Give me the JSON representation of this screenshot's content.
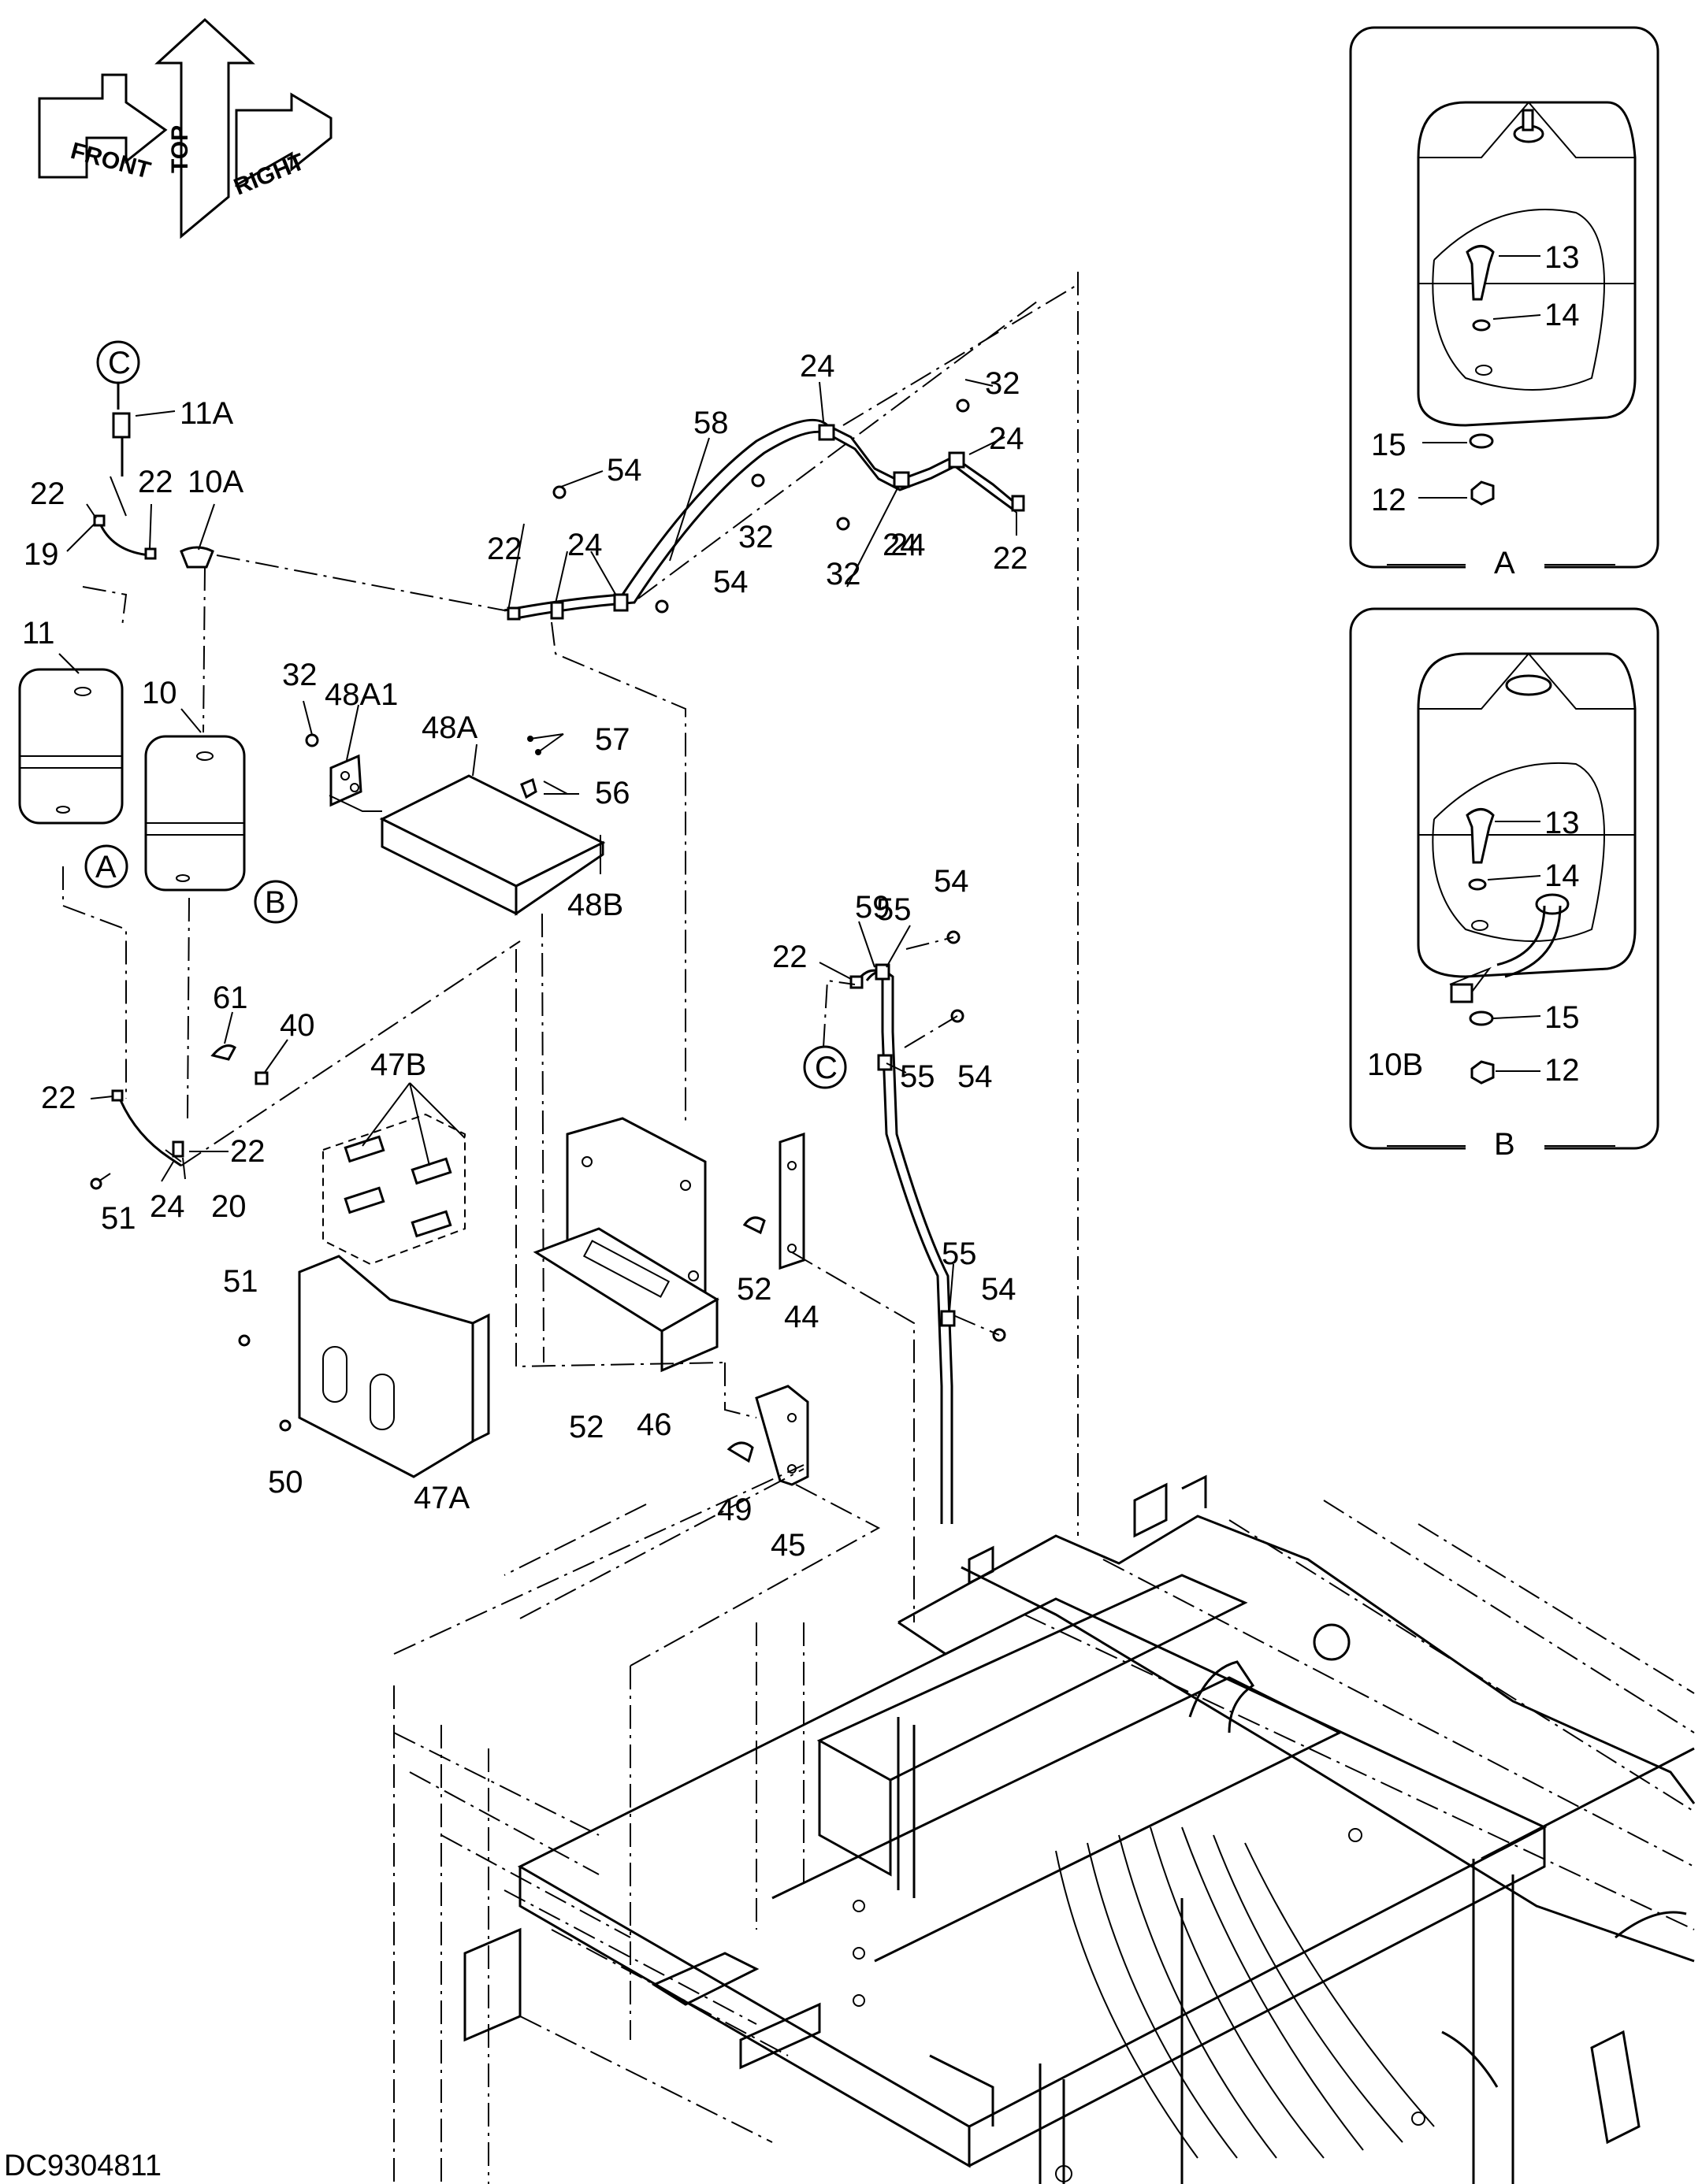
{
  "drawing_code": "DC9304811",
  "orientation": {
    "front": "FRONT",
    "top": "TOP",
    "right": "RIGHT"
  },
  "callouts": [
    "11A",
    "22",
    "22",
    "10A",
    "19",
    "11",
    "10",
    "32",
    "48A1",
    "48A",
    "57",
    "56",
    "48B",
    "24",
    "32",
    "58",
    "24",
    "24",
    "54",
    "22",
    "24",
    "32",
    "24",
    "32",
    "22",
    "54",
    "61",
    "40",
    "22",
    "22",
    "51",
    "24",
    "20",
    "47B",
    "51",
    "50",
    "47A",
    "52",
    "46",
    "52",
    "44",
    "49",
    "45",
    "59",
    "55",
    "54",
    "22",
    "55",
    "54",
    "55",
    "54",
    "13",
    "14",
    "15",
    "12",
    "13",
    "14",
    "15",
    "10B",
    "12"
  ],
  "refs": {
    "c_top": "C",
    "a_tank": "A",
    "b_tank": "B",
    "c_line": "C"
  },
  "detail_a": {
    "title": "A"
  },
  "detail_b": {
    "title": "B"
  }
}
